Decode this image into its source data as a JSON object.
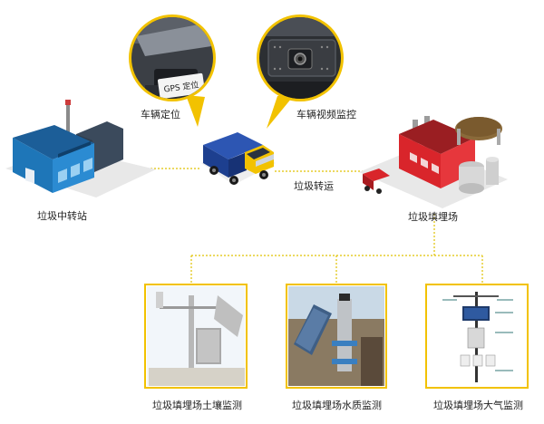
{
  "labels": {
    "transfer_station": "垃圾中转站",
    "vehicle_positioning": "车辆定位",
    "vehicle_video": "车辆视频监控",
    "transport": "垃圾转运",
    "landfill": "垃圾填埋场",
    "soil_monitoring": "垃圾填埋场土壤监测",
    "water_monitoring": "垃圾填埋场水质监测",
    "air_monitoring": "垃圾填埋场大气监测"
  },
  "gps_card": "GPS 定位",
  "colors": {
    "accent": "#f2c200",
    "connector": "#e0c200",
    "factory_blue": "#1e76b8",
    "factory_red": "#d9252b",
    "truck_body": "#1d3f8f",
    "truck_cab": "#f2c200"
  }
}
